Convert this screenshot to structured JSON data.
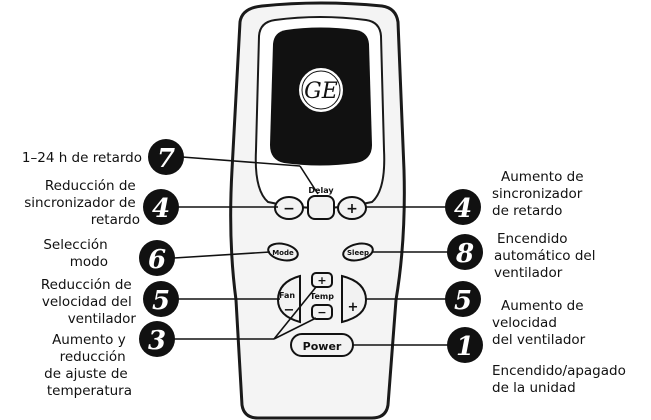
{
  "remote": {
    "logo_text": "GE",
    "buttons": {
      "delay": "Delay",
      "minus": "−",
      "plus": "+",
      "mode": "Mode",
      "sleep": "Sleep",
      "fan": "Fan",
      "temp": "Temp",
      "power": "Power"
    }
  },
  "callouts": {
    "c7": {
      "number": "7",
      "label": [
        "1–24 h de retardo"
      ]
    },
    "c4_left": {
      "number": "4",
      "label": [
        "Reducción de",
        "sincronizador de",
        "retardo"
      ]
    },
    "c6": {
      "number": "6",
      "label": [
        "Selección",
        "modo"
      ]
    },
    "c5_left": {
      "number": "5",
      "label": [
        "Reducción de",
        "velocidad del",
        "ventilador"
      ]
    },
    "c3": {
      "number": "3",
      "label": [
        "Aumento y",
        "reducción",
        "de ajuste de",
        "temperatura"
      ]
    },
    "c4_right": {
      "number": "4",
      "label": [
        "Aumento de",
        "sincronizador",
        "de retardo"
      ]
    },
    "c8": {
      "number": "8",
      "label": [
        "Encendido",
        "automático del",
        "ventilador"
      ]
    },
    "c5_right": {
      "number": "5",
      "label": [
        "Aumento de",
        "velocidad",
        "del ventilador"
      ]
    },
    "c1": {
      "number": "1",
      "label": [
        "Encendido/apagado",
        "de la unidad"
      ]
    }
  }
}
